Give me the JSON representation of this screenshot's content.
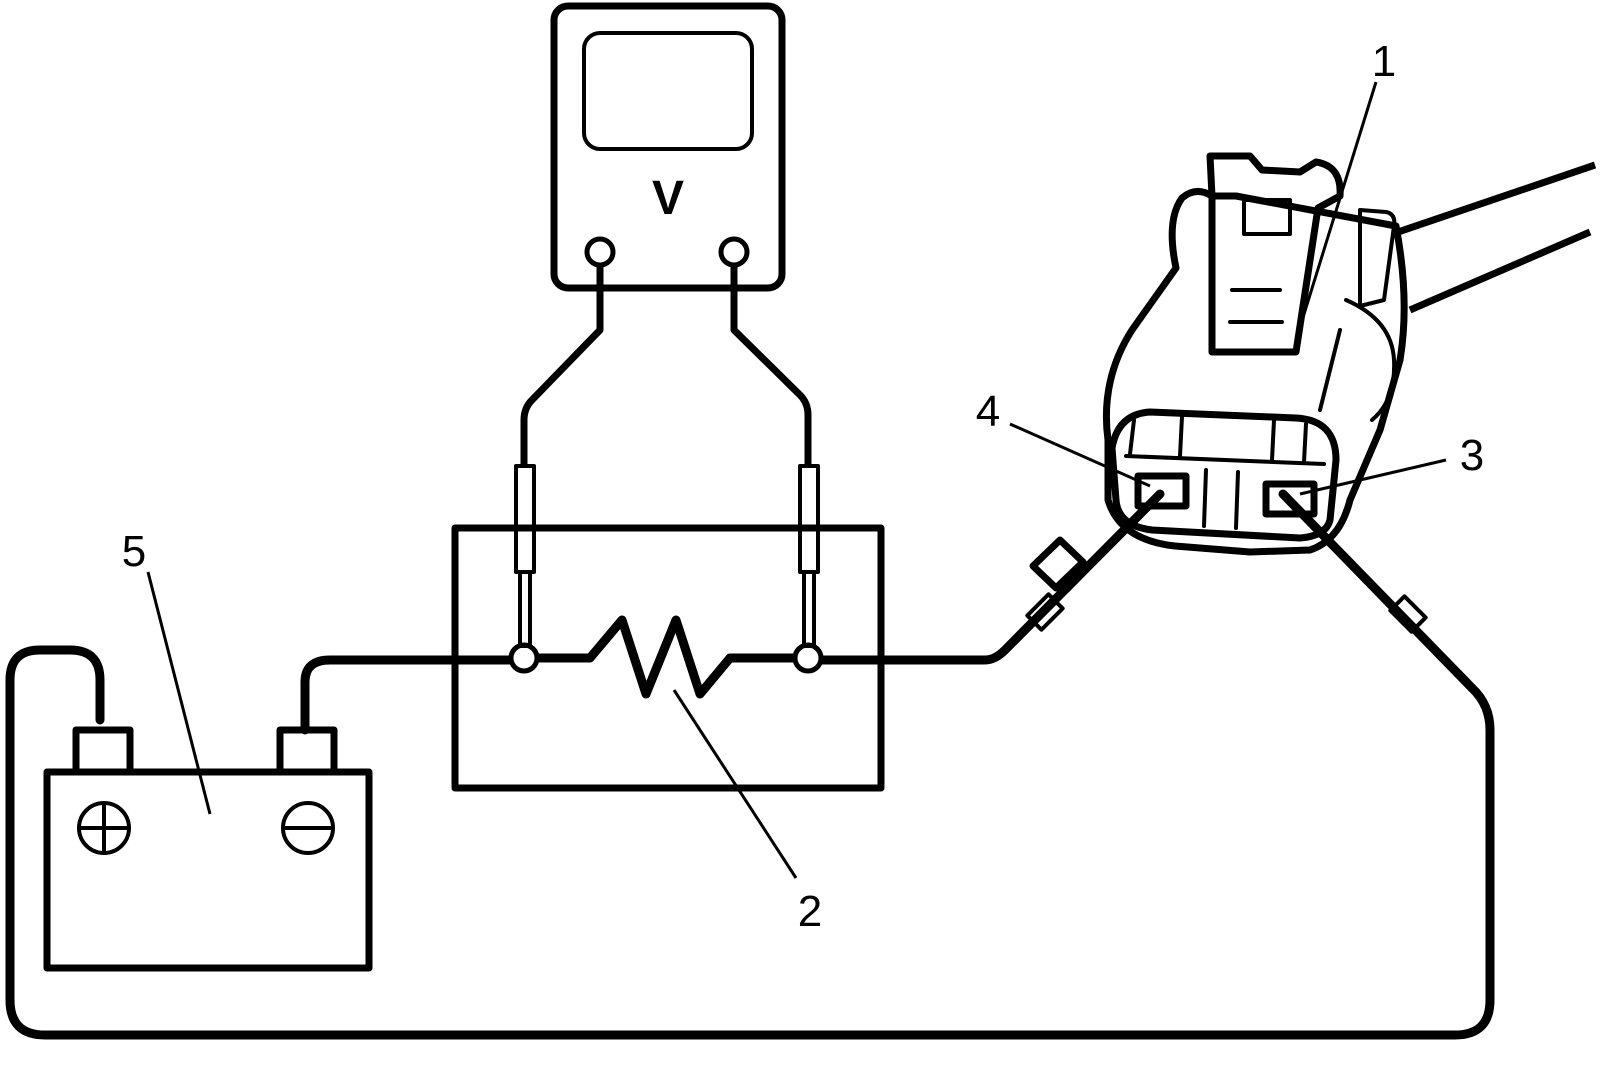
{
  "meter": {
    "symbol": "V"
  },
  "callouts": {
    "c1": "1",
    "c2": "2",
    "c3": "3",
    "c4": "4",
    "c5": "5"
  },
  "components": {
    "c1": "connector-locking-tab",
    "c2": "resistor",
    "c3": "connector-terminal",
    "c4": "connector-terminal",
    "c5": "battery"
  }
}
